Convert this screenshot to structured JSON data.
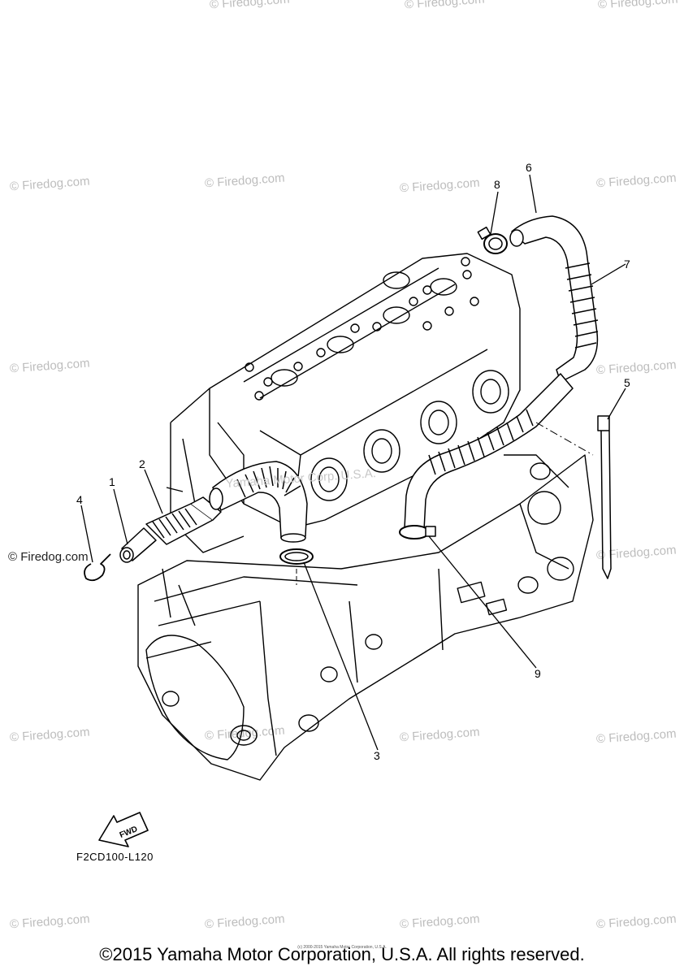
{
  "diagram_code": "F2CD100-L120",
  "copyright": "©2015 Yamaha Motor Corporation, U.S.A. All rights reserved.",
  "tiny_note": "(c) 2000-2015 Yamaha Motor Corporation, U.S.A.",
  "fwd_label": "FWD",
  "watermark": "© Firedog.com",
  "center_watermark": "Yamaha Motor Corp. U.S.A.",
  "callouts": [
    {
      "id": "1",
      "label": "1"
    },
    {
      "id": "2",
      "label": "2"
    },
    {
      "id": "3",
      "label": "3"
    },
    {
      "id": "4",
      "label": "4"
    },
    {
      "id": "5",
      "label": "5"
    },
    {
      "id": "6",
      "label": "6"
    },
    {
      "id": "7",
      "label": "7"
    },
    {
      "id": "8",
      "label": "8"
    },
    {
      "id": "9",
      "label": "9"
    }
  ]
}
